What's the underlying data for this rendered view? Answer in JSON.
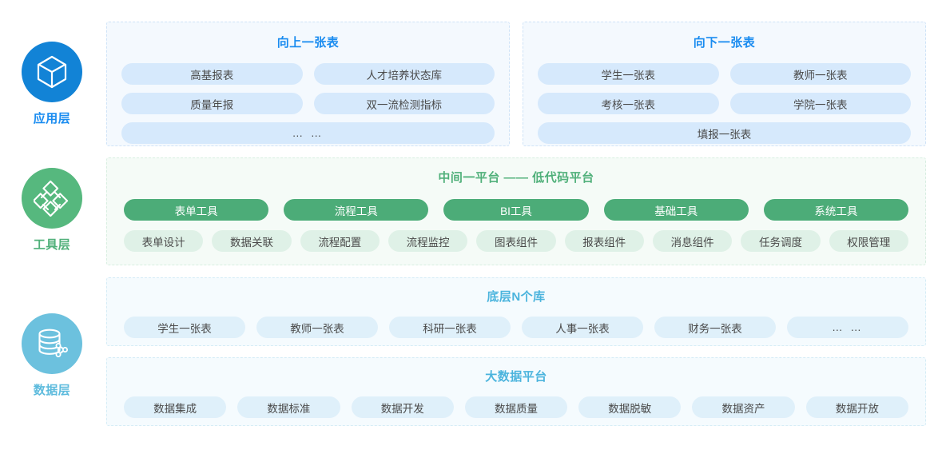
{
  "layers": [
    {
      "id": "application",
      "label": "应用层",
      "color": "#1a8cf0",
      "icon": "cube-hexagon-icon"
    },
    {
      "id": "tool",
      "label": "工具层",
      "color": "#50b07a",
      "icon": "node-network-icon"
    },
    {
      "id": "data",
      "label": "数据层",
      "color": "#5dbbdd",
      "icon": "database-nodes-icon"
    }
  ],
  "panels": {
    "upward_table": {
      "title": "向上一张表",
      "rows": [
        [
          "高基报表",
          "人才培养状态库"
        ],
        [
          "质量年报",
          "双一流检测指标"
        ],
        [
          "… …"
        ]
      ]
    },
    "downward_table": {
      "title": "向下一张表",
      "rows": [
        [
          "学生一张表",
          "教师一张表"
        ],
        [
          "考核一张表",
          "学院一张表"
        ],
        [
          "填报一张表"
        ]
      ]
    },
    "middle_platform": {
      "title": "中间一平台 —— 低代码平台",
      "tools": [
        "表单工具",
        "流程工具",
        "BI工具",
        "基础工具",
        "系统工具"
      ],
      "components": [
        "表单设计",
        "数据关联",
        "流程配置",
        "流程监控",
        "图表组件",
        "报表组件",
        "消息组件",
        "任务调度",
        "权限管理"
      ]
    },
    "base_libraries": {
      "title": "底层N个库",
      "items": [
        "学生一张表",
        "教师一张表",
        "科研一张表",
        "人事一张表",
        "财务一张表",
        "… …"
      ]
    },
    "big_data_platform": {
      "title": "大数据平台",
      "items": [
        "数据集成",
        "数据标准",
        "数据开发",
        "数据质量",
        "数据脱敏",
        "数据资产",
        "数据开放"
      ]
    }
  }
}
